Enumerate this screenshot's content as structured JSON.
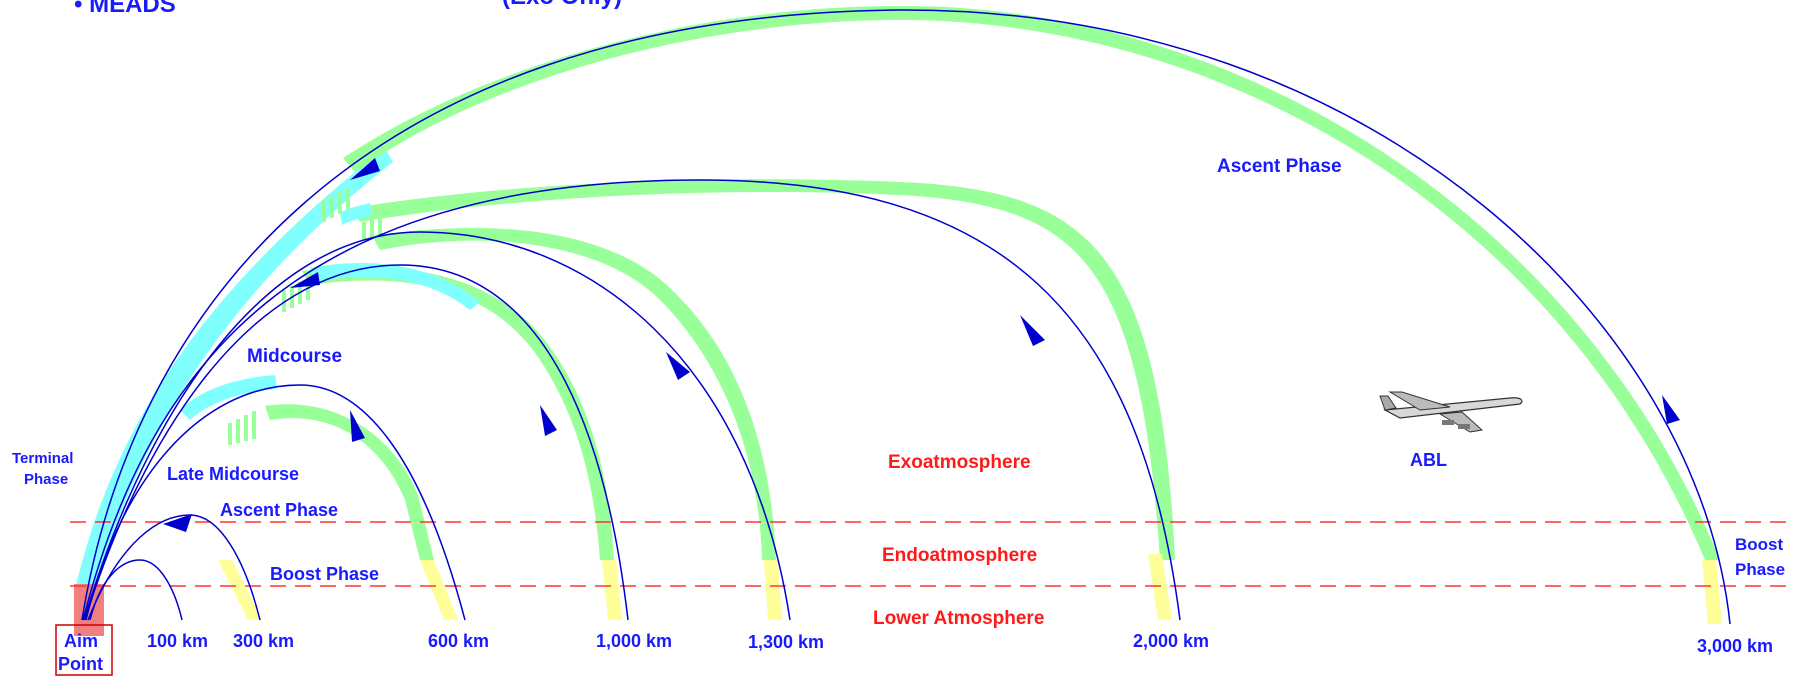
{
  "header": {
    "bullet": "• MEADS",
    "note": "(Exo Only)"
  },
  "ranges": [
    "100 km",
    "300 km",
    "600 km",
    "1,000 km",
    "1,300 km",
    "2,000 km",
    "3,000 km"
  ],
  "aim_point": {
    "line1": "Aim",
    "line2": "Point"
  },
  "phases": {
    "terminal": {
      "line1": "Terminal",
      "line2": "Phase"
    },
    "late_midcourse": "Late Midcourse",
    "midcourse": "Midcourse",
    "ascent_small": "Ascent Phase",
    "boost_small": "Boost Phase",
    "ascent_large": "Ascent Phase",
    "boost_right": {
      "line1": "Boost",
      "line2": "Phase"
    }
  },
  "layers": {
    "exo": "Exoatmosphere",
    "endo": "Endoatmosphere",
    "lower": "Lower Atmosphere"
  },
  "abl": "ABL",
  "colors": {
    "trajectory": "#0000cc",
    "green_band": "#99ff99",
    "yellow_band": "#ffff99",
    "cyan_band": "#80ffff",
    "aim_fill": "#f08080",
    "label_blue": "#1a1aff",
    "label_red": "#ff1a1a",
    "dashed_line": "#ff3333"
  }
}
